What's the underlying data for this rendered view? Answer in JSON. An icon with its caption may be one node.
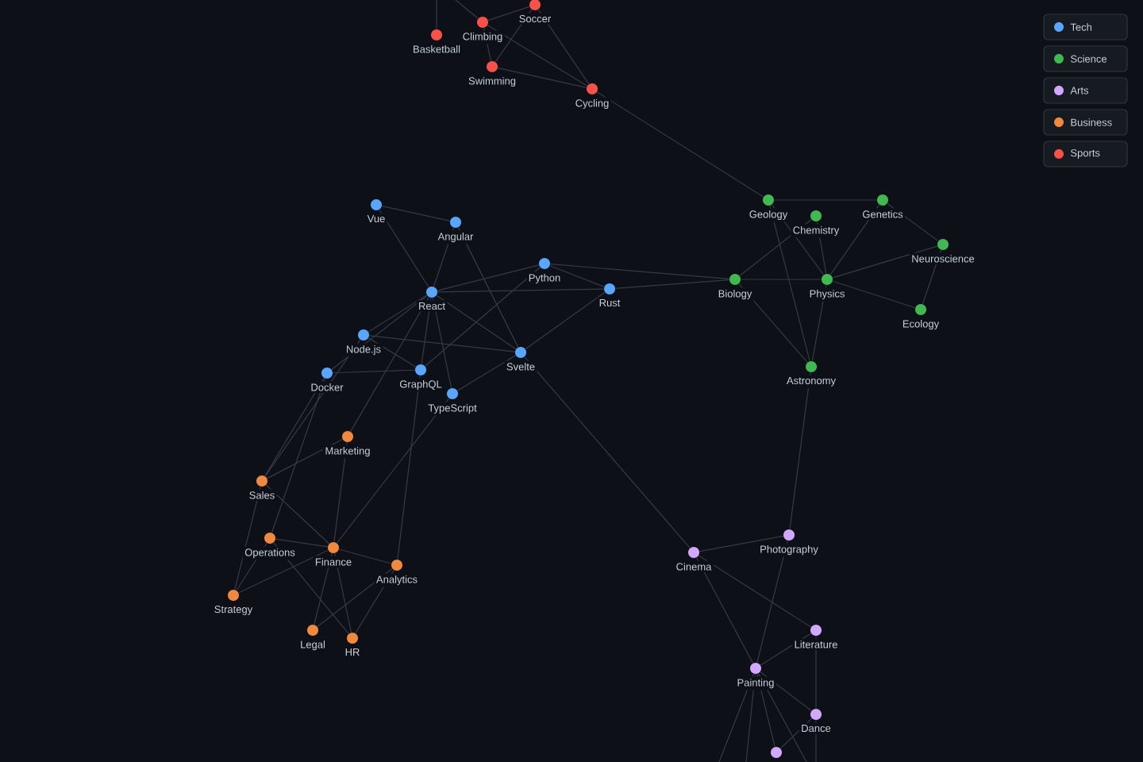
{
  "diagram": {
    "nodes": [
      {
        "text": [
          "Soccer"
        ]
      },
      {
        "text": [
          "Climbing"
        ]
      },
      {
        "text": [
          "Basketball"
        ]
      },
      {
        "text": [
          "Swimming"
        ]
      },
      {
        "text": [
          "Cycling"
        ]
      },
      {
        "text": [
          "Vue"
        ]
      },
      {
        "text": [
          "Angular"
        ]
      },
      {
        "text": [
          "Python"
        ]
      },
      {
        "text": [
          "Rust"
        ]
      },
      {
        "text": [
          "React"
        ]
      },
      {
        "text": [
          "Node.js"
        ]
      },
      {
        "text": [
          "Docker"
        ]
      },
      {
        "text": [
          "GraphQL"
        ]
      },
      {
        "text": [
          "Svelte"
        ]
      },
      {
        "text": [
          "TypeScript"
        ]
      },
      {
        "text": [
          "Geology"
        ]
      },
      {
        "text": [
          "Chemistry"
        ]
      },
      {
        "text": [
          "Genetics"
        ]
      },
      {
        "text": [
          "Neuroscience"
        ]
      },
      {
        "text": [
          "Biology"
        ]
      },
      {
        "text": [
          "Physics"
        ]
      },
      {
        "text": [
          "Ecology"
        ]
      },
      {
        "text": [
          "Astronomy"
        ]
      },
      {
        "text": [
          "Marketing"
        ]
      },
      {
        "text": [
          "Sales"
        ]
      },
      {
        "text": [
          "Operations"
        ]
      },
      {
        "text": [
          "Finance"
        ]
      },
      {
        "text": [
          "Analytics"
        ]
      },
      {
        "text": [
          "Strategy"
        ]
      },
      {
        "text": [
          "Legal"
        ]
      },
      {
        "text": [
          "HR"
        ]
      },
      {
        "text": [
          "Cinema"
        ]
      },
      {
        "text": [
          "Photography"
        ]
      },
      {
        "text": [
          "Literature"
        ]
      },
      {
        "text": [
          "Painting"
        ]
      },
      {
        "text": [
          "Dance"
        ]
      },
      {
        "text": [],
        "shape": "circle"
      }
    ],
    "edges": [
      {
        "from": null,
        "to": 2,
        "arrow": "none"
      },
      {
        "from": null,
        "to": 1,
        "arrow": "none"
      },
      {
        "from": 1,
        "to": 0,
        "arrow": "none"
      },
      {
        "from": 1,
        "to": 3,
        "arrow": "none"
      },
      {
        "from": 0,
        "to": 3,
        "arrow": "none"
      },
      {
        "from": 0,
        "to": 4,
        "arrow": "none"
      },
      {
        "from": 1,
        "to": 4,
        "arrow": "none"
      },
      {
        "from": 3,
        "to": 4,
        "arrow": "none"
      },
      {
        "from": 4,
        "to": 15,
        "arrow": "none"
      },
      {
        "from": 5,
        "to": 6,
        "arrow": "none"
      },
      {
        "from": 5,
        "to": 9,
        "arrow": "none"
      },
      {
        "from": 6,
        "to": 9,
        "arrow": "none"
      },
      {
        "from": 6,
        "to": 13,
        "arrow": "none"
      },
      {
        "from": 9,
        "to": 7,
        "arrow": "none"
      },
      {
        "from": 9,
        "to": 8,
        "arrow": "none"
      },
      {
        "from": 7,
        "to": 8,
        "arrow": "none"
      },
      {
        "from": 7,
        "to": 12,
        "arrow": "none"
      },
      {
        "from": 8,
        "to": 13,
        "arrow": "none"
      },
      {
        "from": 9,
        "to": 13,
        "arrow": "none"
      },
      {
        "from": 9,
        "to": 10,
        "arrow": "none"
      },
      {
        "from": 9,
        "to": 11,
        "arrow": "none"
      },
      {
        "from": 9,
        "to": 12,
        "arrow": "none"
      },
      {
        "from": 9,
        "to": 14,
        "arrow": "none"
      },
      {
        "from": 10,
        "to": 13,
        "arrow": "none"
      },
      {
        "from": 10,
        "to": 12,
        "arrow": "none"
      },
      {
        "from": 11,
        "to": 12,
        "arrow": "none"
      },
      {
        "from": 14,
        "to": 13,
        "arrow": "none"
      },
      {
        "from": 7,
        "to": 19,
        "arrow": "none"
      },
      {
        "from": 8,
        "to": 19,
        "arrow": "none"
      },
      {
        "from": 10,
        "to": 24,
        "arrow": "none"
      },
      {
        "from": 11,
        "to": 24,
        "arrow": "none"
      },
      {
        "from": 11,
        "to": 25,
        "arrow": "none"
      },
      {
        "from": 9,
        "to": 23,
        "arrow": "none"
      },
      {
        "from": 12,
        "to": 27,
        "arrow": "none"
      },
      {
        "from": 14,
        "to": 26,
        "arrow": "none"
      },
      {
        "from": 15,
        "to": 17,
        "arrow": "none"
      },
      {
        "from": 15,
        "to": 20,
        "arrow": "none"
      },
      {
        "from": 15,
        "to": 22,
        "arrow": "none"
      },
      {
        "from": 16,
        "to": 19,
        "arrow": "none"
      },
      {
        "from": 16,
        "to": 20,
        "arrow": "none"
      },
      {
        "from": 17,
        "to": 18,
        "arrow": "none"
      },
      {
        "from": 17,
        "to": 20,
        "arrow": "none"
      },
      {
        "from": 18,
        "to": 20,
        "arrow": "none"
      },
      {
        "from": 18,
        "to": 21,
        "arrow": "none"
      },
      {
        "from": 20,
        "to": 21,
        "arrow": "none"
      },
      {
        "from": 19,
        "to": 20,
        "arrow": "none"
      },
      {
        "from": 19,
        "to": 22,
        "arrow": "none"
      },
      {
        "from": 20,
        "to": 22,
        "arrow": "none"
      },
      {
        "from": 22,
        "to": 32,
        "arrow": "none"
      },
      {
        "from": 23,
        "to": 24,
        "arrow": "none"
      },
      {
        "from": 23,
        "to": 26,
        "arrow": "none"
      },
      {
        "from": 24,
        "to": 26,
        "arrow": "none"
      },
      {
        "from": 24,
        "to": 28,
        "arrow": "none"
      },
      {
        "from": 25,
        "to": 26,
        "arrow": "none"
      },
      {
        "from": 25,
        "to": 28,
        "arrow": "none"
      },
      {
        "from": 25,
        "to": 30,
        "arrow": "none"
      },
      {
        "from": 26,
        "to": 27,
        "arrow": "none"
      },
      {
        "from": 26,
        "to": 28,
        "arrow": "none"
      },
      {
        "from": 26,
        "to": 29,
        "arrow": "none"
      },
      {
        "from": 26,
        "to": 30,
        "arrow": "none"
      },
      {
        "from": 27,
        "to": 30,
        "arrow": "none"
      },
      {
        "from": 27,
        "to": 29,
        "arrow": "none"
      },
      {
        "from": 13,
        "to": 31,
        "arrow": "none"
      },
      {
        "from": 31,
        "to": 32,
        "arrow": "none"
      },
      {
        "from": 31,
        "to": 33,
        "arrow": "none"
      },
      {
        "from": 31,
        "to": 34,
        "arrow": "none"
      },
      {
        "from": 32,
        "to": 34,
        "arrow": "none"
      },
      {
        "from": 33,
        "to": 34,
        "arrow": "none"
      },
      {
        "from": 33,
        "to": 35,
        "arrow": "none"
      },
      {
        "from": 34,
        "to": 35,
        "arrow": "none"
      },
      {
        "from": 34,
        "to": 36,
        "arrow": "none"
      },
      {
        "from": 35,
        "to": 36,
        "arrow": "none"
      },
      {
        "from": 34,
        "to": null,
        "arrow": "none"
      },
      {
        "from": 34,
        "to": null,
        "arrow": "none"
      },
      {
        "from": 34,
        "to": null,
        "arrow": "none"
      },
      {
        "from": 35,
        "to": null,
        "arrow": "none"
      }
    ],
    "legend": [
      {
        "text": "Tech",
        "color": "#58a6ff"
      },
      {
        "text": "Science",
        "color": "#3fb950"
      },
      {
        "text": "Arts",
        "color": "#d2a8ff"
      },
      {
        "text": "Business",
        "color": "#f0883e"
      },
      {
        "text": "Sports",
        "color": "#f85149"
      }
    ]
  }
}
